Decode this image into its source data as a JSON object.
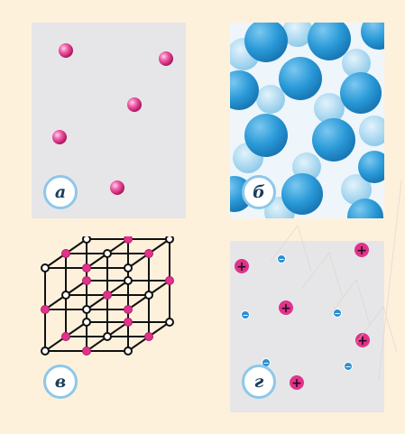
{
  "panels": {
    "a": {
      "label": "а"
    },
    "b": {
      "label": "б"
    },
    "c": {
      "label": "в"
    },
    "d": {
      "label": "г"
    }
  },
  "symbols": {
    "positive": "+",
    "negative": "−"
  },
  "colors": {
    "background": "#fdf1dc",
    "panel_gray": "#e6e6e8",
    "pink": "#e0338b",
    "blue_sphere": "#2a9ad8",
    "light_blue": "#9fd2ee",
    "badge_border": "#8dc7ea",
    "ion_blue": "#2a8fd0"
  }
}
